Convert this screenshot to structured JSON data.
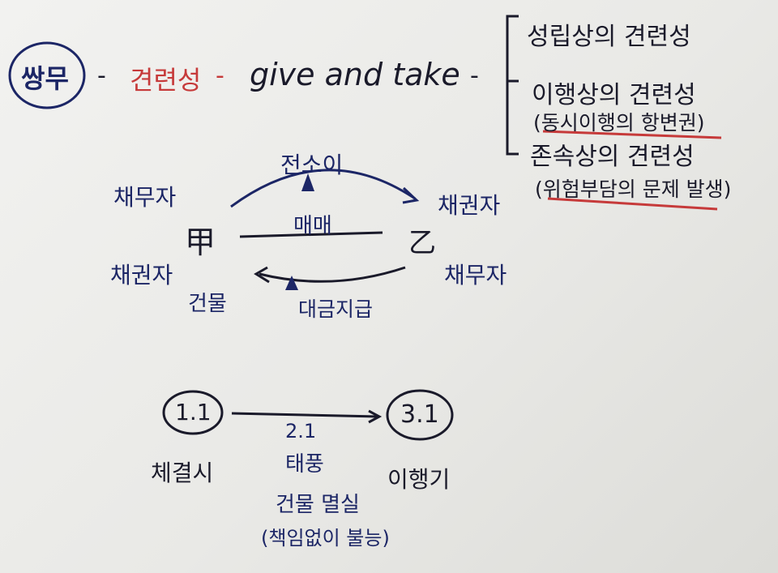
{
  "heading": {
    "main_term": "쌍무",
    "dash1": "-",
    "concept": "견련성",
    "dash2": "-",
    "phrase": "give and take",
    "dash3": "-"
  },
  "branches": [
    {
      "label": "성립상의 견련성",
      "note": ""
    },
    {
      "label": "이행상의 견련성",
      "note": "(동시이행의 항변권)"
    },
    {
      "label": "존속상의 견련성",
      "note": "(위험부담의 문제 발생)"
    }
  ],
  "diagram": {
    "top_arrow_label": "전소이",
    "left_top_role": "채무자",
    "left_party": "甲",
    "left_bottom_role": "채권자",
    "left_bottom_obj": "건물",
    "middle_label": "매매",
    "right_party": "乙",
    "right_top_role": "채권자",
    "right_bottom_role": "채무자",
    "bottom_arrow_label": "대금지급"
  },
  "timeline": {
    "start_date": "1.1",
    "start_label": "체결시",
    "mid_date": "2.1",
    "mid_label": "태풍",
    "mid_note1": "건물 멸실",
    "mid_note2": "(책임없이 불능)",
    "end_date": "3.1",
    "end_label": "이행기"
  },
  "colors": {
    "ink_blue": "#1c2666",
    "ink_red": "#c63a3a",
    "ink_dark": "#1a1a2a"
  }
}
